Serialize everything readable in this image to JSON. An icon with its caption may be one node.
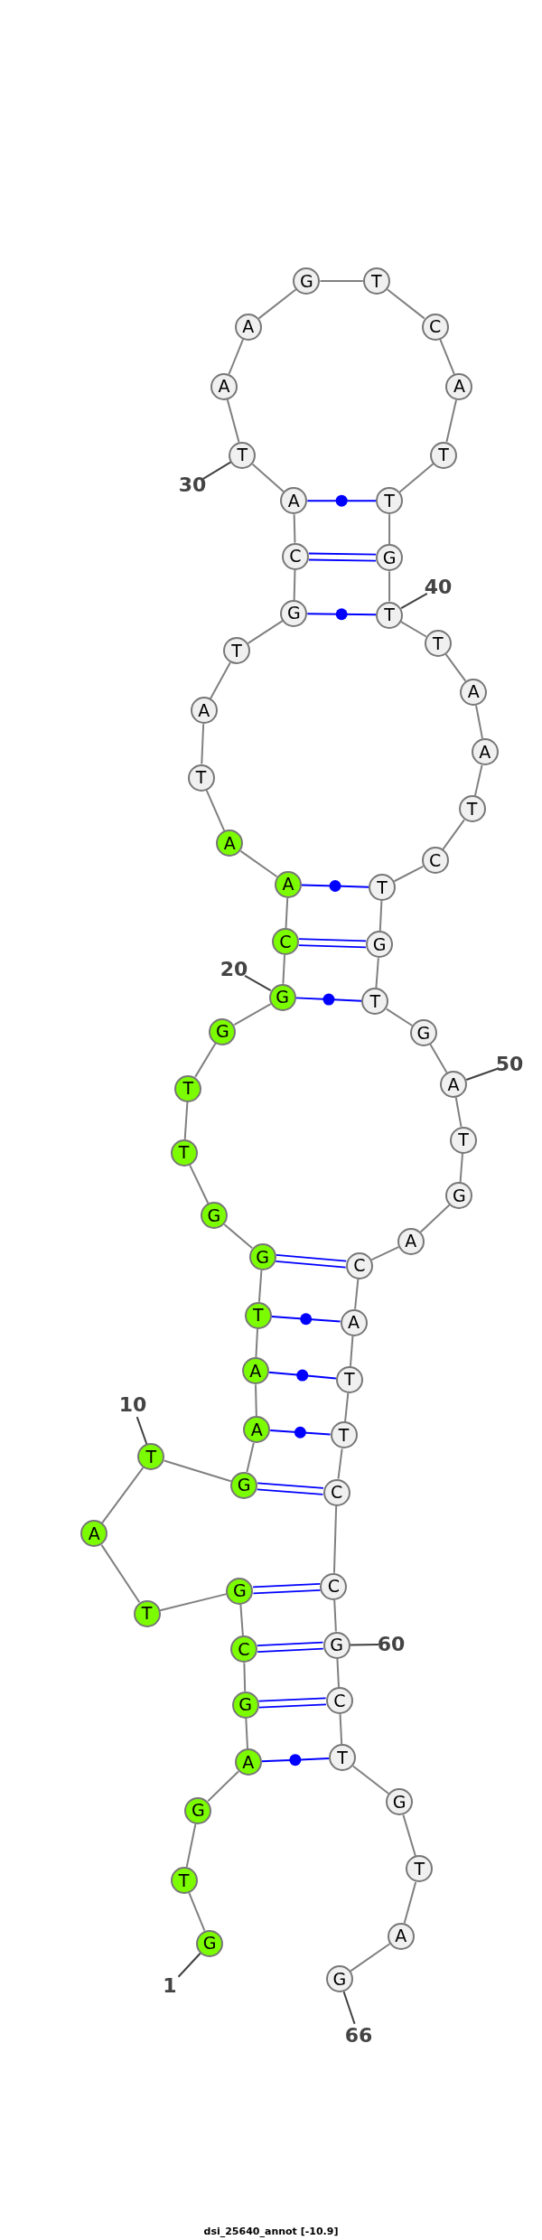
{
  "diagram": {
    "caption": "dsi_25640_annot [-10.9]",
    "nodes": [
      {
        "text": [
          "G"
        ]
      },
      {
        "text": [
          "T"
        ]
      },
      {
        "text": [
          "G"
        ]
      },
      {
        "text": [
          "A"
        ]
      },
      {
        "text": [
          "G"
        ]
      },
      {
        "text": [
          "C"
        ]
      },
      {
        "text": [
          "G"
        ]
      },
      {
        "text": [
          "T"
        ]
      },
      {
        "text": [
          "A"
        ]
      },
      {
        "text": [
          "T"
        ]
      },
      {
        "text": [
          "G"
        ]
      },
      {
        "text": [
          "A"
        ]
      },
      {
        "text": [
          "A"
        ]
      },
      {
        "text": [
          "T"
        ]
      },
      {
        "text": [
          "G"
        ]
      },
      {
        "text": [
          "G"
        ]
      },
      {
        "text": [
          "T"
        ]
      },
      {
        "text": [
          "T"
        ]
      },
      {
        "text": [
          "G"
        ]
      },
      {
        "text": [
          "G"
        ]
      },
      {
        "text": [
          "C"
        ]
      },
      {
        "text": [
          "A"
        ]
      },
      {
        "text": [
          "A"
        ]
      },
      {
        "text": [
          "T"
        ]
      },
      {
        "text": [
          "A"
        ]
      },
      {
        "text": [
          "T"
        ]
      },
      {
        "text": [
          "G"
        ]
      },
      {
        "text": [
          "C"
        ]
      },
      {
        "text": [
          "A"
        ]
      },
      {
        "text": [
          "T"
        ]
      },
      {
        "text": [
          "A"
        ]
      },
      {
        "text": [
          "A"
        ]
      },
      {
        "text": [
          "G"
        ]
      },
      {
        "text": [
          "T"
        ]
      },
      {
        "text": [
          "C"
        ]
      },
      {
        "text": [
          "A"
        ]
      },
      {
        "text": [
          "T"
        ]
      },
      {
        "text": [
          "T"
        ]
      },
      {
        "text": [
          "G"
        ]
      },
      {
        "text": [
          "T"
        ]
      },
      {
        "text": [
          "T"
        ]
      },
      {
        "text": [
          "A"
        ]
      },
      {
        "text": [
          "A"
        ]
      },
      {
        "text": [
          "T"
        ]
      },
      {
        "text": [
          "C"
        ]
      },
      {
        "text": [
          "T"
        ]
      },
      {
        "text": [
          "G"
        ]
      },
      {
        "text": [
          "T"
        ]
      },
      {
        "text": [
          "G"
        ]
      },
      {
        "text": [
          "A"
        ]
      },
      {
        "text": [
          "T"
        ]
      },
      {
        "text": [
          "G"
        ]
      },
      {
        "text": [
          "A"
        ]
      },
      {
        "text": [
          "C"
        ]
      },
      {
        "text": [
          "A"
        ]
      },
      {
        "text": [
          "T"
        ]
      },
      {
        "text": [
          "T"
        ]
      },
      {
        "text": [
          "C"
        ]
      },
      {
        "text": [
          "C"
        ]
      },
      {
        "text": [
          "G"
        ]
      },
      {
        "text": [
          "C"
        ]
      },
      {
        "text": [
          "T"
        ]
      },
      {
        "text": [
          "G"
        ]
      },
      {
        "text": [
          "T"
        ]
      },
      {
        "text": [
          "A"
        ]
      },
      {
        "text": [
          "G"
        ]
      },
      {
        "text": [
          "1"
        ]
      },
      {
        "text": [
          "10"
        ]
      },
      {
        "text": [
          "20"
        ]
      },
      {
        "text": [
          "30"
        ]
      },
      {
        "text": [
          "40"
        ]
      },
      {
        "text": [
          "50"
        ]
      },
      {
        "text": [
          "60"
        ]
      },
      {
        "text": [
          "66"
        ]
      }
    ],
    "edges": [
      {
        "from": 0,
        "to": 1,
        "arrow": "none"
      },
      {
        "from": 1,
        "to": 2,
        "arrow": "none"
      },
      {
        "from": 2,
        "to": 3,
        "arrow": "none"
      },
      {
        "from": 3,
        "to": 4,
        "arrow": "none"
      },
      {
        "from": 4,
        "to": 5,
        "arrow": "none"
      },
      {
        "from": 5,
        "to": 6,
        "arrow": "none"
      },
      {
        "from": 6,
        "to": 7,
        "arrow": "none"
      },
      {
        "from": 7,
        "to": 8,
        "arrow": "none"
      },
      {
        "from": 8,
        "to": 9,
        "arrow": "none"
      },
      {
        "from": 9,
        "to": 10,
        "arrow": "none"
      },
      {
        "from": 10,
        "to": 11,
        "arrow": "none"
      },
      {
        "from": 11,
        "to": 12,
        "arrow": "none"
      },
      {
        "from": 12,
        "to": 13,
        "arrow": "none"
      },
      {
        "from": 13,
        "to": 14,
        "arrow": "none"
      },
      {
        "from": 14,
        "to": 15,
        "arrow": "none"
      },
      {
        "from": 15,
        "to": 16,
        "arrow": "none"
      },
      {
        "from": 16,
        "to": 17,
        "arrow": "none"
      },
      {
        "from": 17,
        "to": 18,
        "arrow": "none"
      },
      {
        "from": 18,
        "to": 19,
        "arrow": "none"
      },
      {
        "from": 19,
        "to": 20,
        "arrow": "none"
      },
      {
        "from": 20,
        "to": 21,
        "arrow": "none"
      },
      {
        "from": 21,
        "to": 22,
        "arrow": "none"
      },
      {
        "from": 22,
        "to": 23,
        "arrow": "none"
      },
      {
        "from": 23,
        "to": 24,
        "arrow": "none"
      },
      {
        "from": 24,
        "to": 25,
        "arrow": "none"
      },
      {
        "from": 25,
        "to": 26,
        "arrow": "none"
      },
      {
        "from": 26,
        "to": 27,
        "arrow": "none"
      },
      {
        "from": 27,
        "to": 28,
        "arrow": "none"
      },
      {
        "from": 28,
        "to": 29,
        "arrow": "none"
      },
      {
        "from": 29,
        "to": 30,
        "arrow": "none"
      },
      {
        "from": 30,
        "to": 31,
        "arrow": "none"
      },
      {
        "from": 31,
        "to": 32,
        "arrow": "none"
      },
      {
        "from": 32,
        "to": 33,
        "arrow": "none"
      },
      {
        "from": 33,
        "to": 34,
        "arrow": "none"
      },
      {
        "from": 34,
        "to": 35,
        "arrow": "none"
      },
      {
        "from": 35,
        "to": 36,
        "arrow": "none"
      },
      {
        "from": 36,
        "to": 37,
        "arrow": "none"
      },
      {
        "from": 37,
        "to": 38,
        "arrow": "none"
      },
      {
        "from": 38,
        "to": 39,
        "arrow": "none"
      },
      {
        "from": 39,
        "to": 40,
        "arrow": "none"
      },
      {
        "from": 40,
        "to": 41,
        "arrow": "none"
      },
      {
        "from": 41,
        "to": 42,
        "arrow": "none"
      },
      {
        "from": 42,
        "to": 43,
        "arrow": "none"
      },
      {
        "from": 43,
        "to": 44,
        "arrow": "none"
      },
      {
        "from": 44,
        "to": 45,
        "arrow": "none"
      },
      {
        "from": 45,
        "to": 46,
        "arrow": "none"
      },
      {
        "from": 46,
        "to": 47,
        "arrow": "none"
      },
      {
        "from": 47,
        "to": 48,
        "arrow": "none"
      },
      {
        "from": 48,
        "to": 49,
        "arrow": "none"
      },
      {
        "from": 49,
        "to": 50,
        "arrow": "none"
      },
      {
        "from": 50,
        "to": 51,
        "arrow": "none"
      },
      {
        "from": 51,
        "to": 52,
        "arrow": "none"
      },
      {
        "from": 52,
        "to": 53,
        "arrow": "none"
      },
      {
        "from": 53,
        "to": 54,
        "arrow": "none"
      },
      {
        "from": 54,
        "to": 55,
        "arrow": "none"
      },
      {
        "from": 55,
        "to": 56,
        "arrow": "none"
      },
      {
        "from": 56,
        "to": 57,
        "arrow": "none"
      },
      {
        "from": 57,
        "to": 58,
        "arrow": "none"
      },
      {
        "from": 58,
        "to": 59,
        "arrow": "none"
      },
      {
        "from": 59,
        "to": 60,
        "arrow": "none"
      },
      {
        "from": 60,
        "to": 61,
        "arrow": "none"
      },
      {
        "from": 61,
        "to": 62,
        "arrow": "none"
      },
      {
        "from": 62,
        "to": 63,
        "arrow": "none"
      },
      {
        "from": 63,
        "to": 64,
        "arrow": "none"
      },
      {
        "from": 64,
        "to": 65,
        "arrow": "none"
      },
      {
        "from": 3,
        "to": 61,
        "arrow": "none",
        "color": "#0000ff"
      },
      {
        "from": 4,
        "to": 60,
        "arrow": "none",
        "color": "#0000ff"
      },
      {
        "from": 5,
        "to": 59,
        "arrow": "none",
        "color": "#0000ff"
      },
      {
        "from": 6,
        "to": 58,
        "arrow": "none",
        "color": "#0000ff"
      },
      {
        "from": 10,
        "to": 57,
        "arrow": "none",
        "color": "#0000ff"
      },
      {
        "from": 11,
        "to": 56,
        "arrow": "none",
        "color": "#0000ff"
      },
      {
        "from": 12,
        "to": 55,
        "arrow": "none",
        "color": "#0000ff"
      },
      {
        "from": 13,
        "to": 54,
        "arrow": "none",
        "color": "#0000ff"
      },
      {
        "from": 14,
        "to": 53,
        "arrow": "none",
        "color": "#0000ff"
      },
      {
        "from": 19,
        "to": 47,
        "arrow": "none",
        "color": "#0000ff"
      },
      {
        "from": 20,
        "to": 46,
        "arrow": "none",
        "color": "#0000ff"
      },
      {
        "from": 21,
        "to": 45,
        "arrow": "none",
        "color": "#0000ff"
      },
      {
        "from": 26,
        "to": 39,
        "arrow": "none",
        "color": "#0000ff"
      },
      {
        "from": 27,
        "to": 38,
        "arrow": "none",
        "color": "#0000ff"
      },
      {
        "from": 28,
        "to": 37,
        "arrow": "none",
        "color": "#0000ff"
      },
      {
        "from": 66,
        "to": 0,
        "arrow": "none",
        "color": "#404040"
      },
      {
        "from": 67,
        "to": 9,
        "arrow": "none",
        "color": "#404040"
      },
      {
        "from": 68,
        "to": 19,
        "arrow": "none",
        "color": "#404040"
      },
      {
        "from": 69,
        "to": 29,
        "arrow": "none",
        "color": "#404040"
      },
      {
        "from": 70,
        "to": 39,
        "arrow": "none",
        "color": "#404040"
      },
      {
        "from": 71,
        "to": 49,
        "arrow": "none",
        "color": "#404040"
      },
      {
        "from": 72,
        "to": 59,
        "arrow": "none",
        "color": "#404040"
      },
      {
        "from": 73,
        "to": 65,
        "arrow": "none",
        "color": "#404040"
      }
    ]
  }
}
